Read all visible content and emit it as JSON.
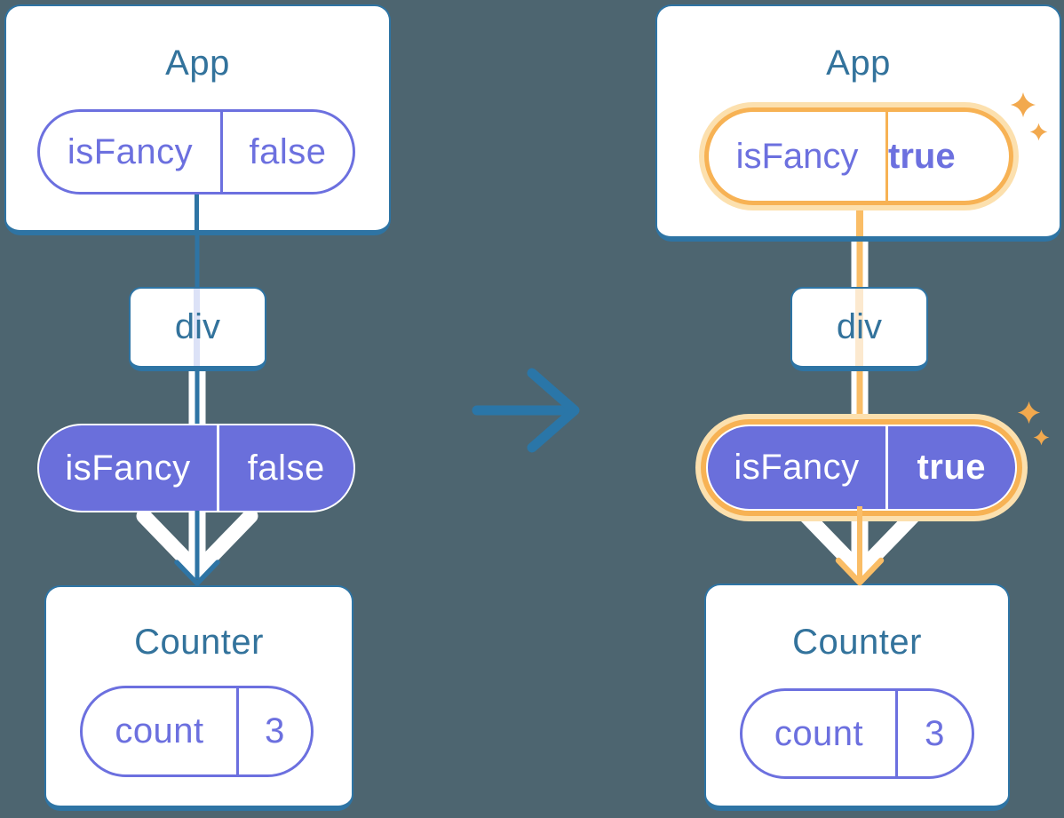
{
  "palette": {
    "background": "#4D6570",
    "card_border_blue": "#2E74A4",
    "title_blue": "#33739C",
    "prop_purple": "#6C70DF",
    "pill_indigo": "#6A6FDB",
    "arrow_blue": "#2A76A8",
    "highlight_orange": "#F7B254",
    "highlight_orange_light": "#FCE0AE",
    "flow_orange_line": "#FABD66",
    "sparkle_orange": "#F2A94E",
    "pale_flow_blue": "#DCE2F7",
    "pale_flow_orange": "#FCE9CF"
  },
  "icons": {
    "transition": "right-arrow-icon",
    "highlight": "sparkle-icon"
  },
  "before": {
    "app": {
      "title": "App",
      "prop": {
        "name": "isFancy",
        "value": "false"
      }
    },
    "div": {
      "label": "div"
    },
    "passed_prop": {
      "name": "isFancy",
      "value": "false"
    },
    "counter": {
      "title": "Counter",
      "state": {
        "name": "count",
        "value": "3"
      }
    }
  },
  "after": {
    "app": {
      "title": "App",
      "prop": {
        "name": "isFancy",
        "value": "true"
      }
    },
    "div": {
      "label": "div"
    },
    "passed_prop": {
      "name": "isFancy",
      "value": "true"
    },
    "counter": {
      "title": "Counter",
      "state": {
        "name": "count",
        "value": "3"
      }
    }
  }
}
